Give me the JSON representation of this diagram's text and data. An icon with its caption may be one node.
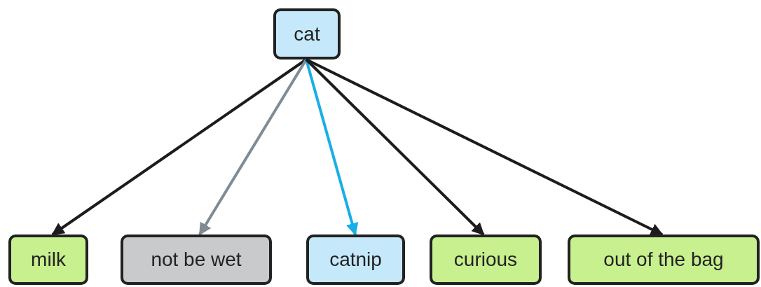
{
  "diagram": {
    "nodes": [
      {
        "text": [
          "cat"
        ]
      },
      {
        "text": [
          "milk"
        ]
      },
      {
        "text": [
          "not be wet"
        ]
      },
      {
        "text": [
          "catnip"
        ]
      },
      {
        "text": [
          "curious"
        ]
      },
      {
        "text": [
          "out of the bag"
        ]
      }
    ],
    "edges": [
      {
        "from": 0,
        "to": 1,
        "arrow": "to"
      },
      {
        "from": 0,
        "to": 2,
        "arrow": "to",
        "color": "#7f8c96"
      },
      {
        "from": 0,
        "to": 3,
        "arrow": "to",
        "color": "#1aaee6"
      },
      {
        "from": 0,
        "to": 4,
        "arrow": "to"
      },
      {
        "from": 0,
        "to": 5,
        "arrow": "to"
      }
    ]
  }
}
